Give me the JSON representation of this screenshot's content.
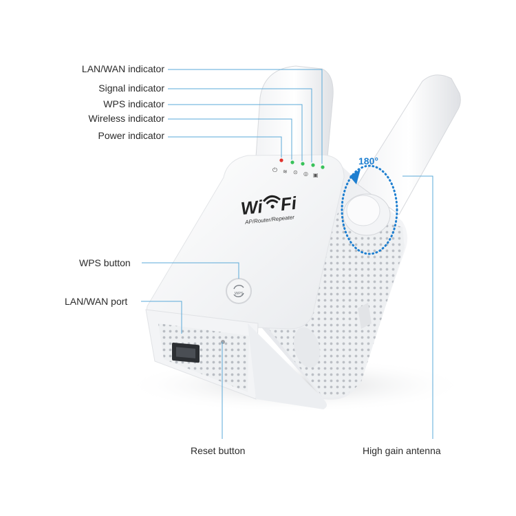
{
  "callouts": {
    "lan_wan_indicator": "LAN/WAN indicator",
    "signal_indicator": "Signal indicator",
    "wps_indicator": "WPS indicator",
    "wireless_indicator": "Wireless indicator",
    "power_indicator": "Power indicator",
    "wps_button": "WPS button",
    "lan_wan_port": "LAN/WAN port",
    "reset_button": "Reset button",
    "high_gain_antenna": "High gain antenna"
  },
  "device": {
    "brand_part1": "Wi",
    "brand_part2": "Fi",
    "mode_text": "AP/Router/Repeater",
    "wps_button_text": "WPS",
    "rotation_label": "180°"
  },
  "colors": {
    "leader_line": "#5aa9d8",
    "rotation_accent": "#1e7fd0",
    "led_red": "#e0322c",
    "led_green": "#38c25a"
  }
}
